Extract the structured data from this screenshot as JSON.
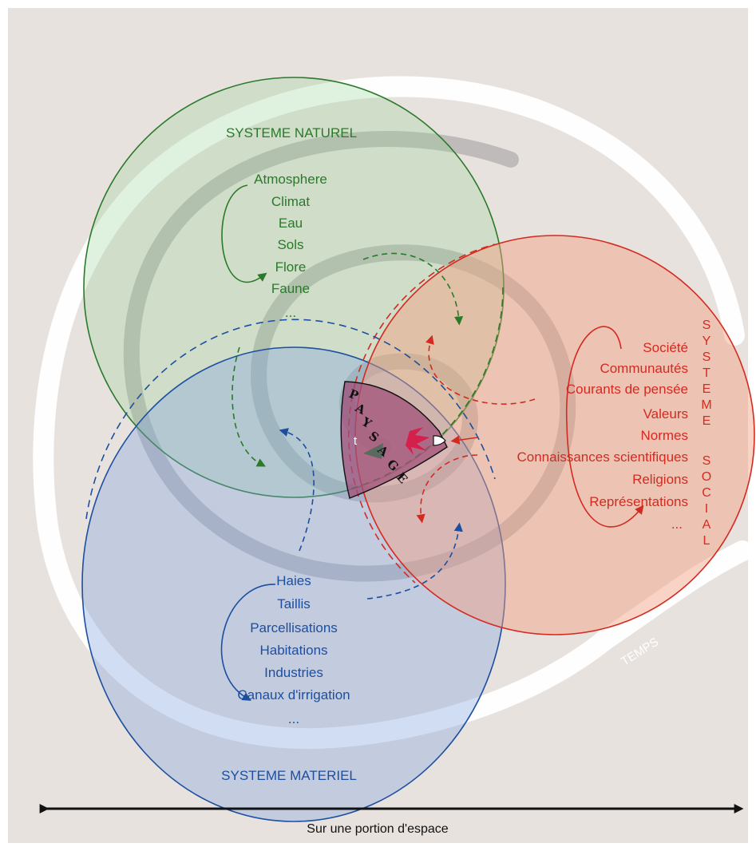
{
  "natural": {
    "title": "SYSTEME NATUREL",
    "items": [
      "Atmosphere",
      "Climat",
      "Eau",
      "Sols",
      "Flore",
      "Faune",
      "..."
    ]
  },
  "social": {
    "title_letters": [
      "S",
      "Y",
      "S",
      "T",
      "E",
      "M",
      "E",
      "",
      "S",
      "O",
      "C",
      "I",
      "A",
      "L"
    ],
    "items": [
      "Société",
      "Communautés",
      "Courants de pensée",
      "Valeurs",
      "Normes",
      "Connaissances scientifiques",
      "Religions",
      "Représentations",
      "..."
    ]
  },
  "material": {
    "title": "SYSTEME MATERIEL",
    "items": [
      "Haies",
      "Taillis",
      "Parcellisations",
      "Habitations",
      "Industries",
      "Canaux d'irrigation",
      "..."
    ]
  },
  "center": {
    "letters": [
      "P",
      "A",
      "Y",
      "S",
      "A",
      "G",
      "E"
    ],
    "t_label": "t"
  },
  "spiral_label": "TEMPS",
  "axis_label": "Sur une portion d'espace",
  "colors": {
    "background": "#e8e2df",
    "natural": "#2a7a2a",
    "social": "#d42a20",
    "material": "#1c4fa0",
    "paysage": "#a0507a"
  }
}
